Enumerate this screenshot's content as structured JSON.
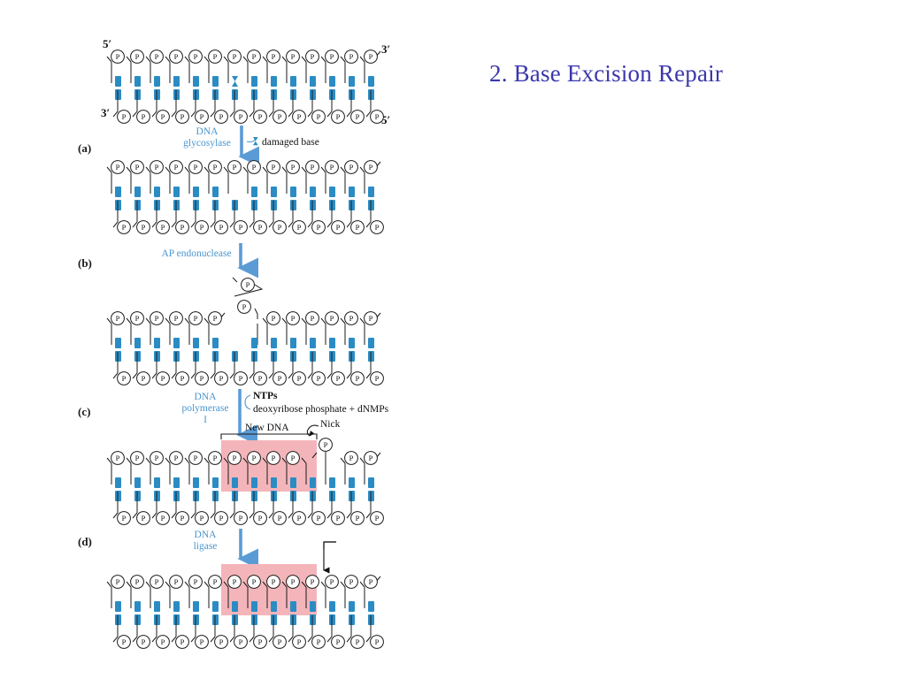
{
  "slide": {
    "title": "2. Base Excision Repair",
    "background_color": "#ffffff",
    "title_color": "#3b37ac"
  },
  "figure": {
    "name": "base-excision-repair-pathway",
    "colors": {
      "base_pair_blue": "#2b8cc4",
      "enzyme_blue": "#4a96cf",
      "arrow_blue": "#5b9bd5",
      "new_dna_pink": "#f4b5ba",
      "backbone_black": "#1b1b1b"
    },
    "strand_end_labels": {
      "top_left": "5′",
      "top_right": "3′",
      "bottom_left": "3′",
      "bottom_right": "5′"
    },
    "nucleotide_glyph": "P",
    "panels": [
      {
        "id": "a",
        "letter": "(a)",
        "top_nucleotides": 14,
        "bottom_nucleotides": 14,
        "base_pairs": 14,
        "damaged_base_index": 6,
        "has_damaged_base": true,
        "has_pink_highlight": false
      },
      {
        "id": "b",
        "letter": "(b)",
        "top_nucleotides": 14,
        "bottom_nucleotides": 14,
        "base_pairs": 14,
        "missing_top_base_index": 6,
        "has_damaged_base": false,
        "has_pink_highlight": false
      },
      {
        "id": "c",
        "letter": "(c)",
        "top_nucleotides": 13,
        "bottom_nucleotides": 14,
        "base_pairs": 14,
        "excised_gap_index": 6,
        "excised_phosphate_count": 2,
        "has_pink_highlight": false
      },
      {
        "id": "d",
        "letter": "(d)",
        "top_nucleotides": 14,
        "bottom_nucleotides": 14,
        "base_pairs": 14,
        "has_pink_highlight": true,
        "pink_start_index": 6,
        "pink_end_index": 10,
        "nick_phosphate_index": 11
      },
      {
        "id": "e",
        "letter": "",
        "top_nucleotides": 14,
        "bottom_nucleotides": 14,
        "base_pairs": 14,
        "has_pink_highlight": true,
        "pink_start_index": 6,
        "pink_end_index": 10,
        "sealed_nick_index": 11
      }
    ],
    "steps": [
      {
        "id": "glycosylase",
        "enzyme_line1": "DNA",
        "enzyme_line2": "glycosylase",
        "side_note": "damaged base",
        "side_note_has_marker": true
      },
      {
        "id": "ap-endonuclease",
        "enzyme_line1": "AP endonuclease",
        "enzyme_line2": "",
        "side_note": "",
        "side_note_has_marker": false
      },
      {
        "id": "polymerase",
        "enzyme_line1": "DNA",
        "enzyme_line2": "polymerase",
        "enzyme_line3": "I",
        "reactant": "NTPs",
        "product": "deoxyribose phosphate + dNMPs"
      },
      {
        "id": "ligase",
        "enzyme_line1": "DNA",
        "enzyme_line2": "ligase",
        "side_note": "",
        "side_note_has_marker": false
      }
    ],
    "annotations": {
      "new_dna": "New DNA",
      "nick": "Nick"
    }
  }
}
